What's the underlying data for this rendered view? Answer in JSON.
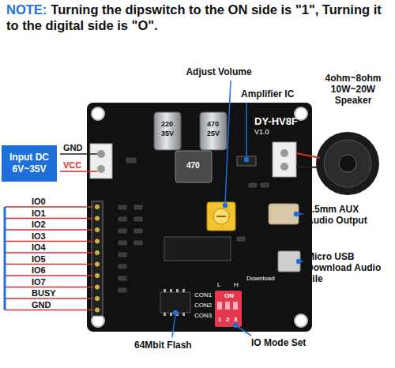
{
  "diagram": {
    "nodes": [
      {
        "text": [
          "Input DC 6V~35V"
        ]
      }
    ],
    "labels": [
      "NOTE:",
      "Turning the dipswitch to the ON side is \"1\", Turning it to the digital side is \"O\".",
      "Adjust Volume",
      "Amplifier IC",
      "4ohm~8ohm 10W~20W Speaker",
      "GND",
      "VCC",
      "IO0",
      "IO1",
      "IO2",
      "IO3",
      "IO4",
      "IO5",
      "IO6",
      "IO7",
      "BUSY",
      "GND",
      "3.5mm AUX Audio Output",
      "Micro USB Download Audio File",
      "64Mbit Flash",
      "IO Mode Set",
      "DY-HV8F",
      "V1.0",
      "470",
      "220",
      "35V",
      "470",
      "25V",
      "CON1",
      "CON2",
      "CON3",
      "ON",
      "1",
      "2",
      "3",
      "L",
      "H",
      "Download"
    ]
  }
}
